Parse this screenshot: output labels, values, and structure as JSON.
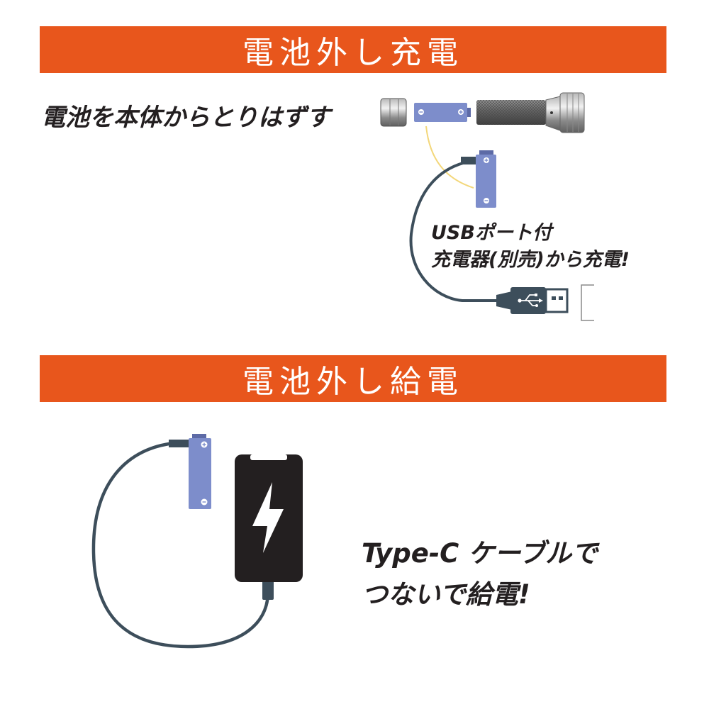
{
  "sections": [
    {
      "title": "電池外し充電",
      "instruction": "電池を本体からとりはずす",
      "charge_note": [
        "USBポート付",
        "充電器(別売)から充電!"
      ]
    },
    {
      "title": "電池外し給電",
      "supply_note": [
        "Type-C ケーブルで",
        "つないで給電!"
      ]
    }
  ],
  "icons": {
    "battery": "battery-icon",
    "flashlight": "flashlight-icon",
    "usb_plug": "usb-plug-icon",
    "usb_symbol": "usb-symbol-icon",
    "smartphone": "smartphone-icon",
    "lightning": "lightning-bolt-icon"
  },
  "colors": {
    "banner": "#e8561c",
    "banner_text": "#ffffff",
    "text": "#231f20",
    "battery": "#7d8dcb",
    "cable": "#3d4e5b",
    "arrow": "#f3d77a",
    "phone": "#231f20"
  }
}
